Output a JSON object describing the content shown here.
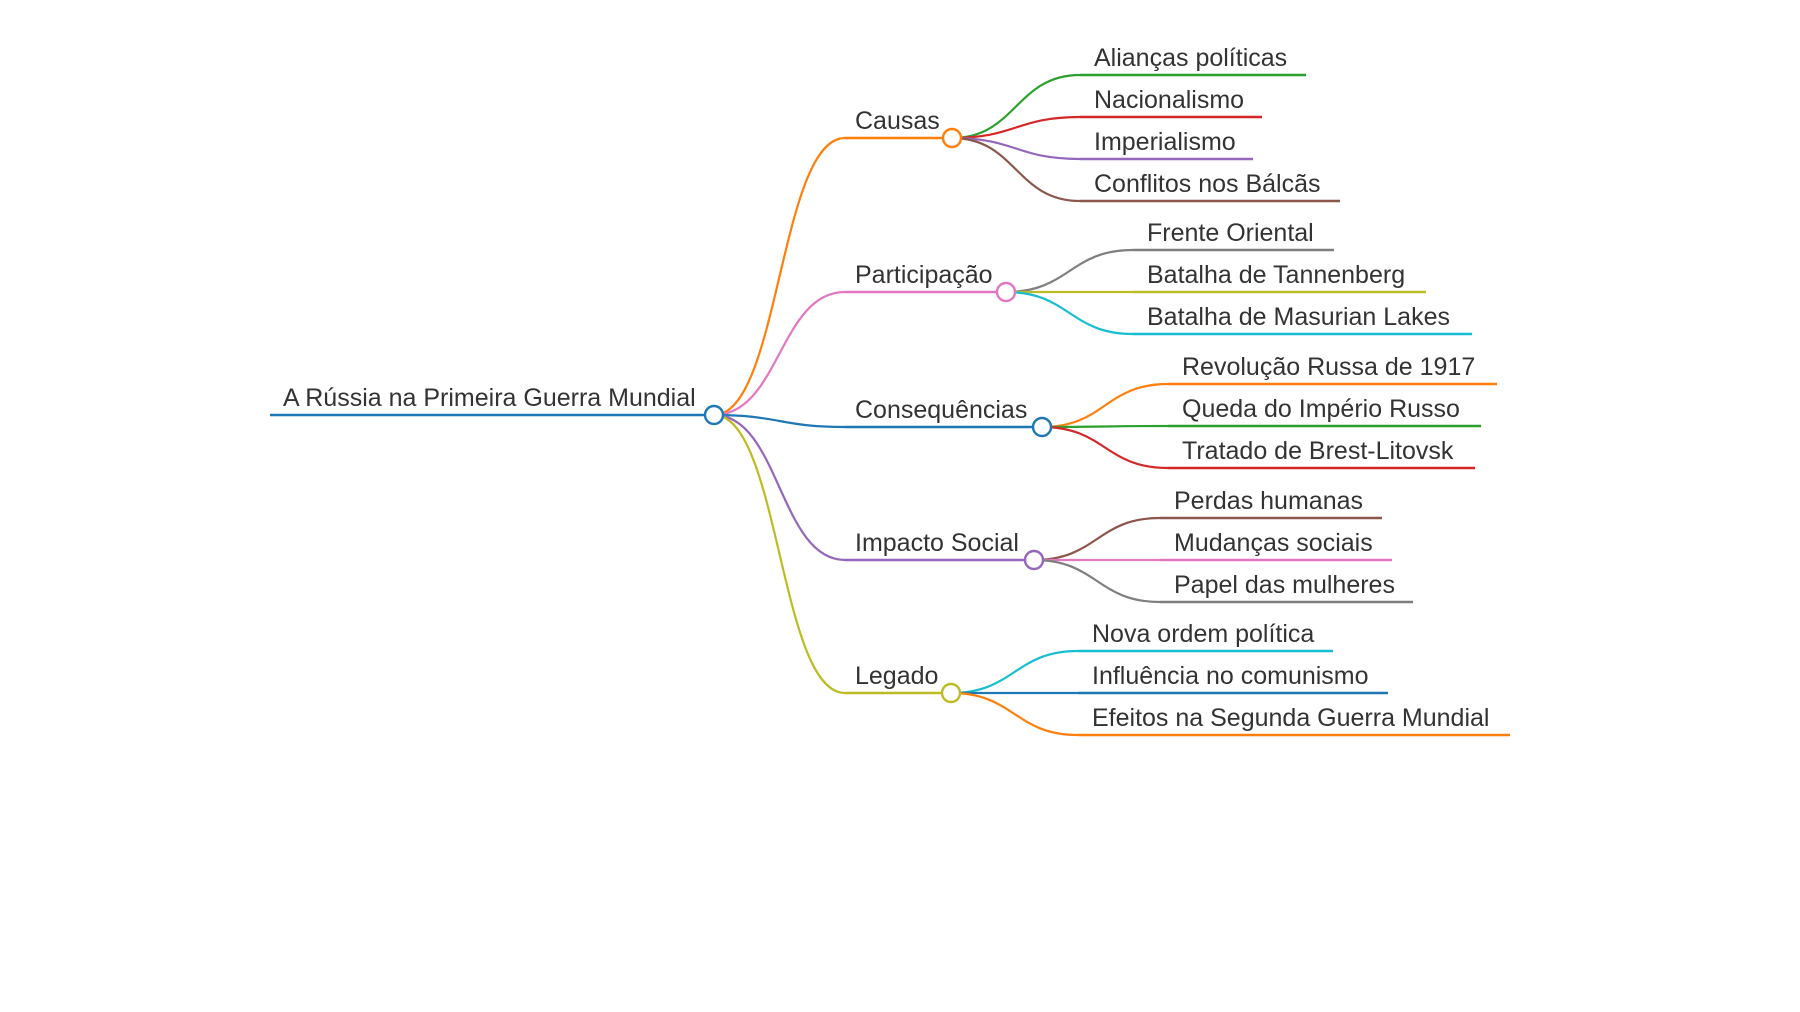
{
  "root": {
    "label": "A Rússia na Primeira Guerra Mundial",
    "color": "#1f77b4"
  },
  "branches": [
    {
      "label": "Causas",
      "color": "#ff7f0e",
      "children": [
        {
          "label": "Alianças políticas",
          "color": "#2ca02c"
        },
        {
          "label": "Nacionalismo",
          "color": "#d62728"
        },
        {
          "label": "Imperialismo",
          "color": "#9467bd"
        },
        {
          "label": "Conflitos nos Bálcãs",
          "color": "#8c564b"
        }
      ]
    },
    {
      "label": "Participação",
      "color": "#e377c2",
      "children": [
        {
          "label": "Frente Oriental",
          "color": "#7f7f7f"
        },
        {
          "label": "Batalha de Tannenberg",
          "color": "#bcbd22"
        },
        {
          "label": "Batalha de Masurian Lakes",
          "color": "#17becf"
        }
      ]
    },
    {
      "label": "Consequências",
      "color": "#1f77b4",
      "children": [
        {
          "label": "Revolução Russa de 1917",
          "color": "#ff7f0e"
        },
        {
          "label": "Queda do Império Russo",
          "color": "#2ca02c"
        },
        {
          "label": "Tratado de Brest-Litovsk",
          "color": "#d62728"
        }
      ]
    },
    {
      "label": "Impacto Social",
      "color": "#9467bd",
      "children": [
        {
          "label": "Perdas humanas",
          "color": "#8c564b"
        },
        {
          "label": "Mudanças sociais",
          "color": "#e377c2"
        },
        {
          "label": "Papel das mulheres",
          "color": "#7f7f7f"
        }
      ]
    },
    {
      "label": "Legado",
      "color": "#bcbd22",
      "children": [
        {
          "label": "Nova ordem política",
          "color": "#17becf"
        },
        {
          "label": "Influência no comunismo",
          "color": "#1f77b4"
        },
        {
          "label": "Efeitos na Segunda Guerra Mundial",
          "color": "#ff7f0e"
        }
      ]
    }
  ]
}
